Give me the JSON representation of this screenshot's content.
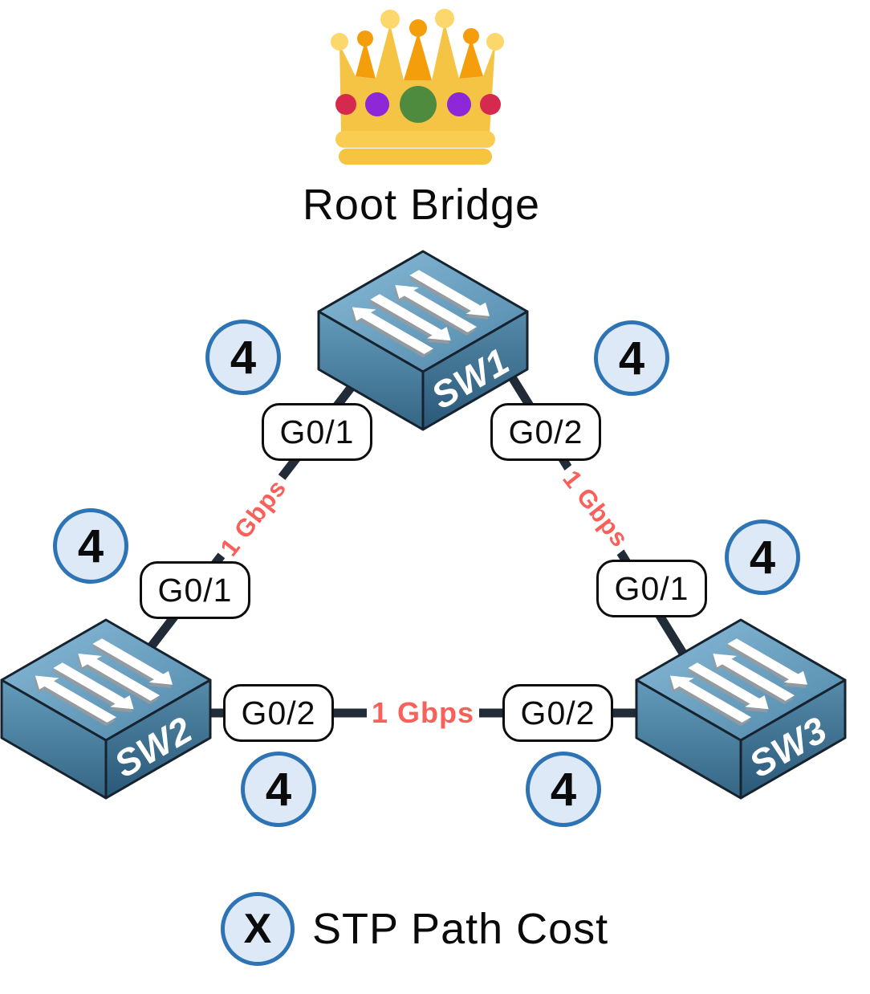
{
  "diagram_title": "Root Bridge",
  "legend": {
    "symbol": "X",
    "label": "STP Path Cost"
  },
  "switches": [
    {
      "label": "SW1"
    },
    {
      "label": "SW2"
    },
    {
      "label": "SW3"
    }
  ],
  "links": [
    {
      "name": "sw1-sw2",
      "speed": "1 Gbps",
      "port_a": "G0/1",
      "port_b": "G0/1",
      "cost_a": "4",
      "cost_b": "4"
    },
    {
      "name": "sw1-sw3",
      "speed": "1 Gbps",
      "port_a": "G0/2",
      "port_b": "G0/1",
      "cost_a": "4",
      "cost_b": "4"
    },
    {
      "name": "sw2-sw3",
      "speed": "1 Gbps",
      "port_a": "G0/2",
      "port_b": "G0/2",
      "cost_a": "4",
      "cost_b": "4"
    }
  ],
  "colors": {
    "cost_badge_fill": "#dde9f6",
    "cost_badge_border": "#2e74b5",
    "speed_text": "#f9605a",
    "link_line": "#222c39",
    "switch_top_blue": "#6ba3c4",
    "crown_gold": "#f6c445",
    "crown_orange": "#f59e0b"
  }
}
